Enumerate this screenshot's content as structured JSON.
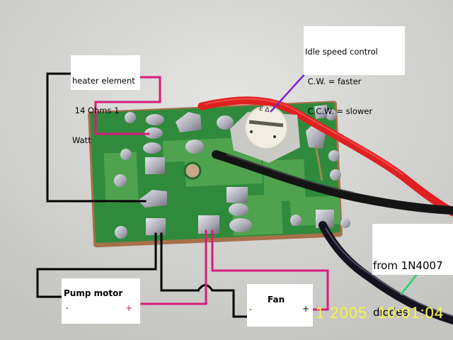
{
  "photo": {
    "subject": "circuit board with soldered wires and trimmer potentiometer",
    "colors": {
      "background": "#d9d9d6",
      "pcb_green": "#2f8a3c",
      "pcb_trace_light": "#5fb25c",
      "solder": "#b9b9c0",
      "red_wire": "#e02020",
      "black_wire": "#141414",
      "annotation_magenta": "#d81b7a",
      "annotation_black": "#000000",
      "annotation_purple": "#7a1fd6",
      "annotation_green": "#22d36a",
      "timestamp_yellow": "#f5f55a"
    },
    "potentiometer_marking": "E ∆"
  },
  "annotations": {
    "heater": {
      "lines": [
        "heater element",
        " 14 Ohms 1",
        "Watt"
      ]
    },
    "idle_speed": {
      "lines": [
        "Idle speed control",
        " C.W. = faster",
        " C.C.W. = slower"
      ]
    },
    "diodes": {
      "lines": [
        "from 1N4007",
        "diodes"
      ]
    },
    "pump_motor": {
      "title": "Pump motor",
      "minus": "-",
      "plus": "+"
    },
    "fan": {
      "title": "Fan",
      "minus": "-",
      "plus": "+"
    }
  },
  "timestamp": "1 2005  10:01:04"
}
